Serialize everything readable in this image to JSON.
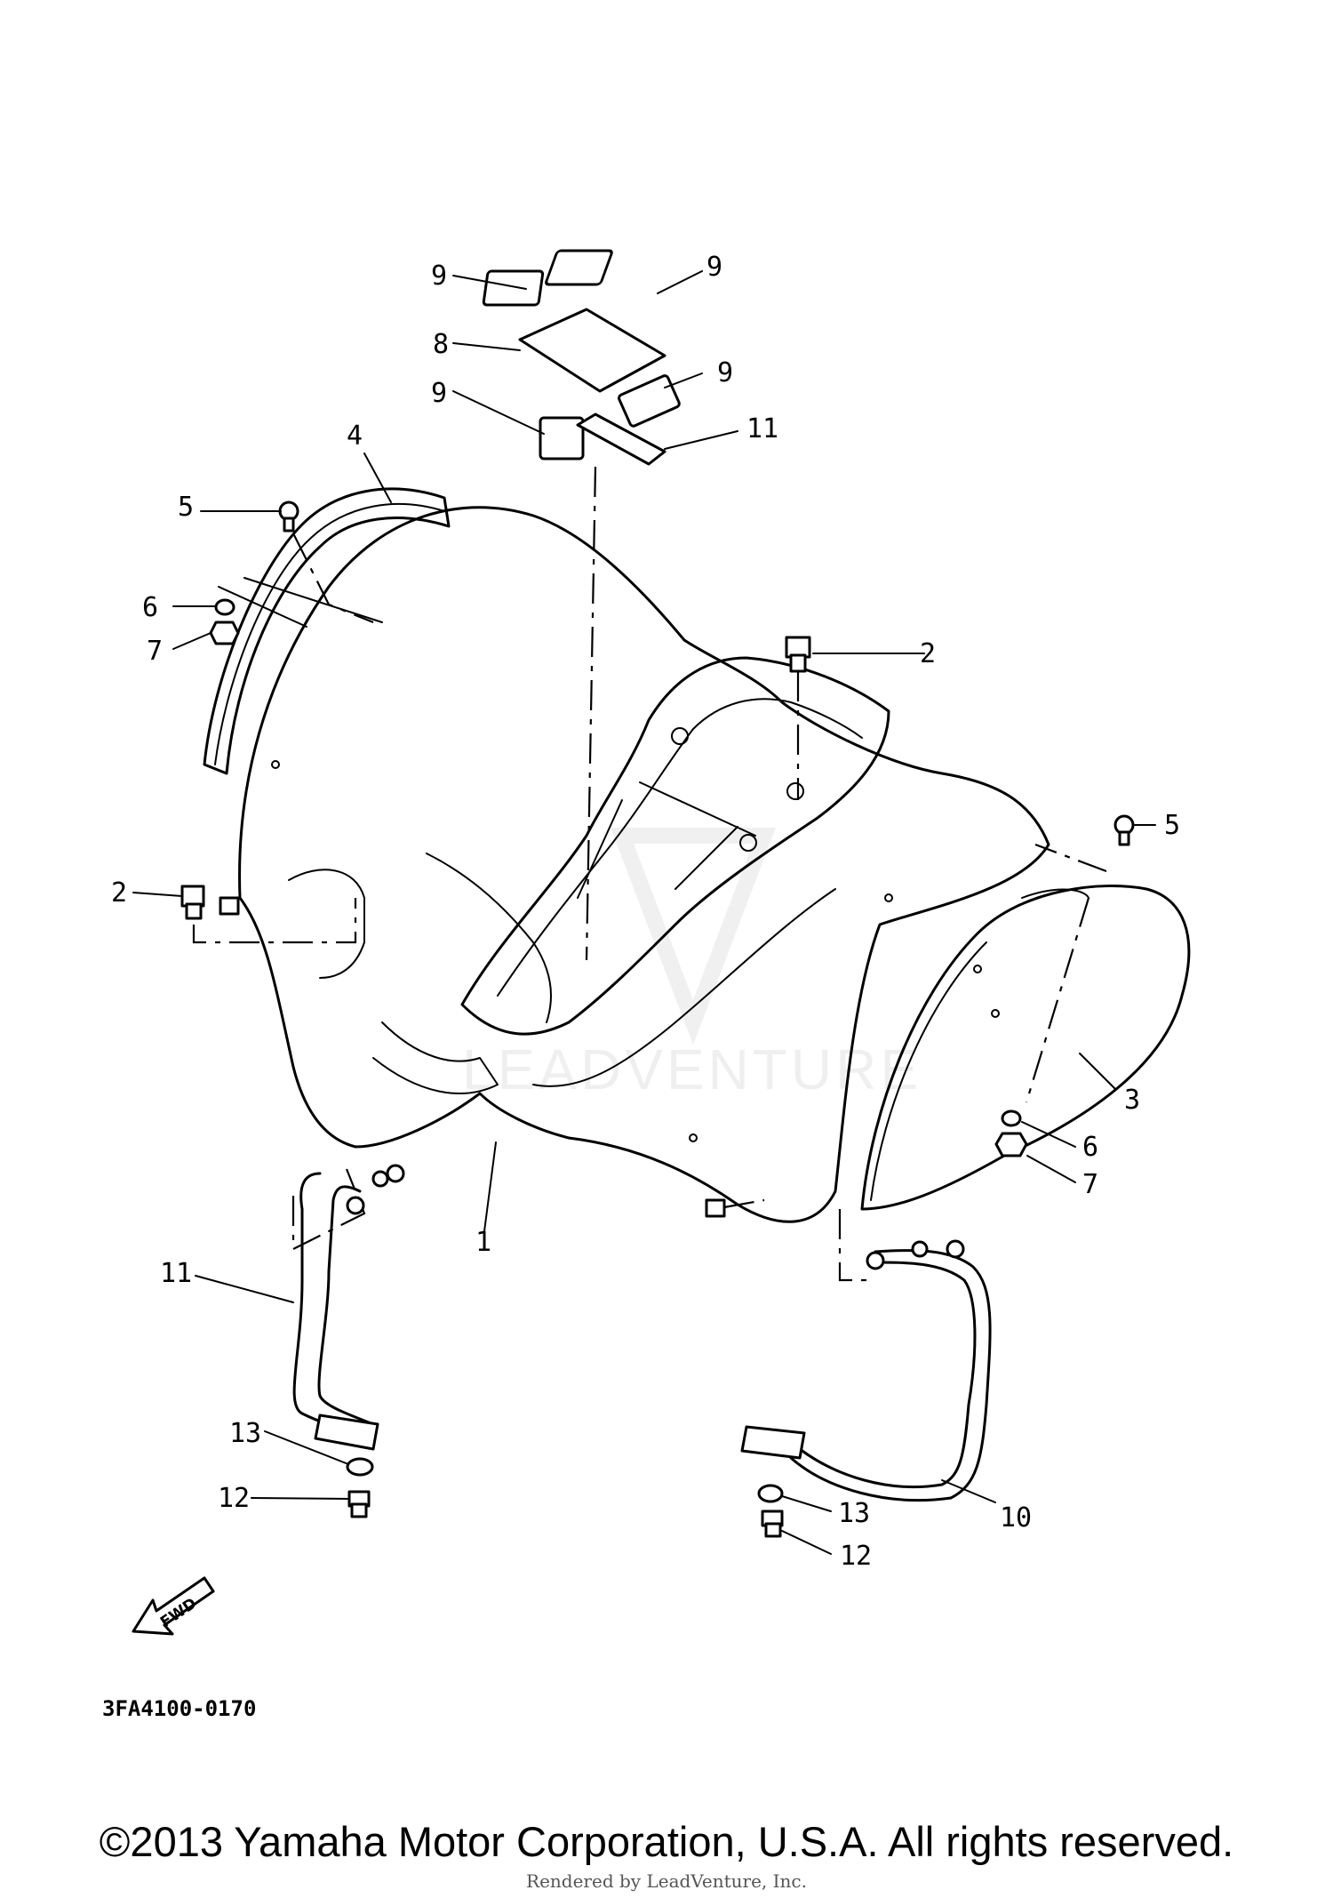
{
  "callouts": {
    "c1": "1",
    "c2a": "2",
    "c2b": "2",
    "c3": "3",
    "c4": "4",
    "c5a": "5",
    "c5b": "5",
    "c6a": "6",
    "c6b": "6",
    "c7a": "7",
    "c7b": "7",
    "c8": "8",
    "c9a": "9",
    "c9b": "9",
    "c9c": "9",
    "c9d": "9",
    "c10": "10",
    "c11a": "11",
    "c11b": "11",
    "c12a": "12",
    "c12b": "12",
    "c13a": "13",
    "c13b": "13"
  },
  "fwd_label": "FWD",
  "diagram_code": "3FA4100-0170",
  "watermark": "LEADVENTURE",
  "copyright": "©2013 Yamaha Motor Corporation, U.S.A. All rights reserved.",
  "rendered_by": "Rendered by LeadVenture, Inc."
}
